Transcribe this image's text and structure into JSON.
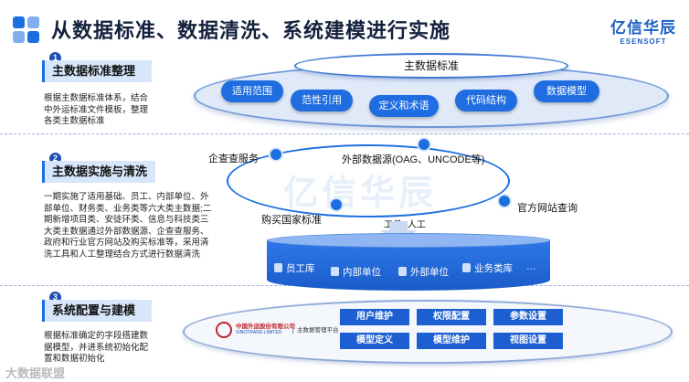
{
  "header": {
    "title": "从数据标准、数据清洗、系统建模进行实施",
    "brand_line1": "亿信华辰",
    "brand_line2": "ESENSOFT"
  },
  "sections": [
    {
      "num": "1",
      "title": "主数据标准整理",
      "desc": "根据主数据标准体系，结合中外运标准文件模板，整理各类主数据标准"
    },
    {
      "num": "2",
      "title": "主数据实施与清洗",
      "desc": "一期实施了适用基础、员工、内部单位、外部单位、财务类、业务类等六大类主数据;二期新增项目类、安徒环类、信息与科技类三大类主数据通过外部数据源、企查查服务、政府和行业官方网站及购买标准等，采用清洗工具和人工整理结合方式进行数据清洗"
    },
    {
      "num": "3",
      "title": "系统配置与建模",
      "desc": "根据标准确定的字段搭建数据模型，并进系统初始化配置和数据初始化"
    }
  ],
  "standards": {
    "center": "主数据标准",
    "pills": [
      "适用范围",
      "范性引用",
      "定义和术语",
      "代码结构",
      "数据模型"
    ]
  },
  "cleansing": {
    "sources": {
      "enterprise": "企查查服务",
      "external": "外部数据源(OAG、UNCODE等)",
      "official": "官方网站查询",
      "purchase": "购买国家标准"
    },
    "tools": "工具+人工",
    "db_items": [
      "员工库",
      "内部单位",
      "外部单位",
      "业务类库",
      "…"
    ]
  },
  "modeling": {
    "logo_cn": "中国外运股份有限公司",
    "logo_en": "SINOTRANS LIMITED",
    "platform": "主数据管理平台",
    "boxes": [
      "用户维护",
      "权限配置",
      "参数设置",
      "模型定义",
      "模型维护",
      "视图设置"
    ]
  },
  "watermarks": {
    "center": "亿信华辰",
    "corner": "大数据联盟"
  }
}
